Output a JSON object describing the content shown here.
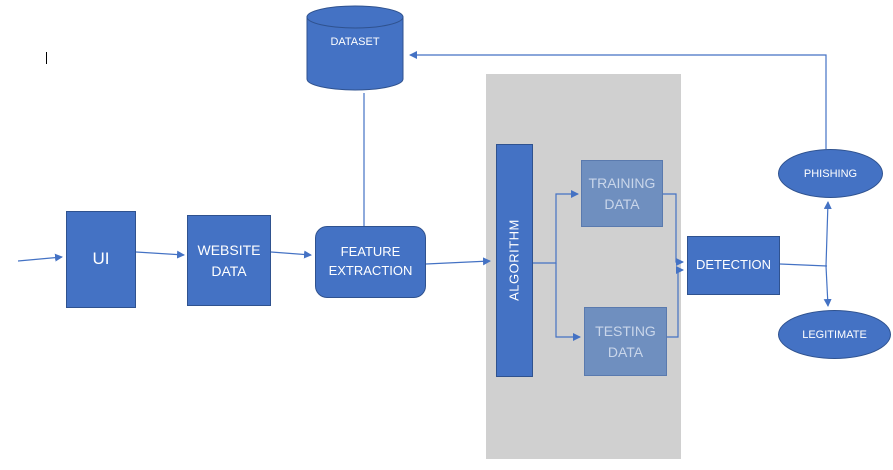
{
  "nodes": {
    "dataset": "DATASET",
    "ui": "UI",
    "website_data": "WEBSITE\nDATA",
    "feature_extraction": "FEATURE\nEXTRACTION",
    "algorithm": "ALGORITHM",
    "training_data": "TRAINING\nDATA",
    "testing_data": "TESTING\nDATA",
    "detection": "DETECTION",
    "phishing": "PHISHING",
    "legitimate": "LEGITIMATE"
  },
  "colors": {
    "node_fill": "#4472c4",
    "node_border": "#2f528f",
    "muted_fill": "#6f8fbf",
    "panel": "#d0d0d0",
    "arrow": "#4472c4"
  }
}
